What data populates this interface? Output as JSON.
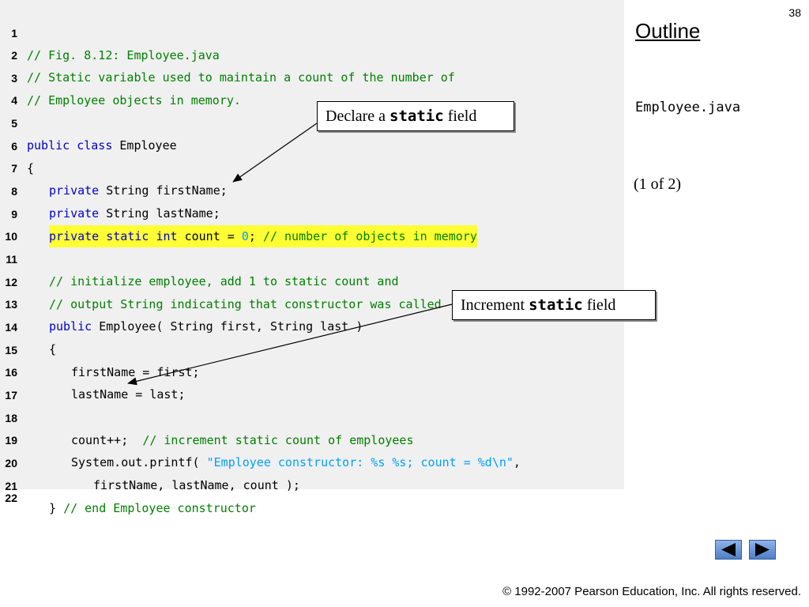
{
  "slide_number": "38",
  "sidebar": {
    "outline_title": "Outline",
    "file_name": "Employee.java",
    "page_count": "(1 of  2)"
  },
  "callouts": {
    "declare": {
      "prefix": "Declare a ",
      "keyword": "static",
      "suffix": " field"
    },
    "increment": {
      "prefix": "Increment ",
      "keyword": "static",
      "suffix": " field"
    }
  },
  "code": {
    "line_numbers": [
      "1",
      "2",
      "3",
      "4",
      "5",
      "6",
      "7",
      "8",
      "9",
      "10",
      "11",
      "12",
      "13",
      "14",
      "15",
      "16",
      "17",
      "18",
      "19",
      "20",
      "21",
      "22"
    ],
    "l1": "// Fig. 8.12: Employee.java",
    "l2": "// Static variable used to maintain a count of the number of",
    "l3": "// Employee objects in memory.",
    "l5_kw": "public class",
    "l5_tx": " Employee",
    "l6": "{",
    "l7_kw": "private",
    "l7_tx": " String firstName;",
    "l8_kw": "private",
    "l8_tx": " String lastName;",
    "l9_kw": "private static int",
    "l9_tx": " count = ",
    "l9_num": "0",
    "l9_semi": "; ",
    "l9_cm": "// number of objects in memory",
    "l11": "// initialize employee, add 1 to static count and",
    "l12": "// output String indicating that constructor was called",
    "l13_kw": "public",
    "l13_tx": " Employee( String first, String last )",
    "l14": "{",
    "l15": "firstName = first;",
    "l16": "lastName = last;",
    "l18_tx": "count++;  ",
    "l18_cm": "// increment static count of employees",
    "l19_tx": "System.out.printf( ",
    "l19_st": "\"Employee constructor: %s %s; count = %d\\n\"",
    "l19_end": ",",
    "l20": "firstName, lastName, count );",
    "l21_tx": "} ",
    "l21_cm": "// end Employee constructor"
  },
  "icons": {
    "prev": "left-arrow-icon",
    "next": "right-arrow-icon"
  },
  "colors": {
    "comment": "#008000",
    "keyword": "#0000cc",
    "string": "#00a0ff",
    "highlight": "#ffff33"
  },
  "footer": {
    "copyright": "© 1992-2007 Pearson Education, Inc.  All rights reserved."
  }
}
